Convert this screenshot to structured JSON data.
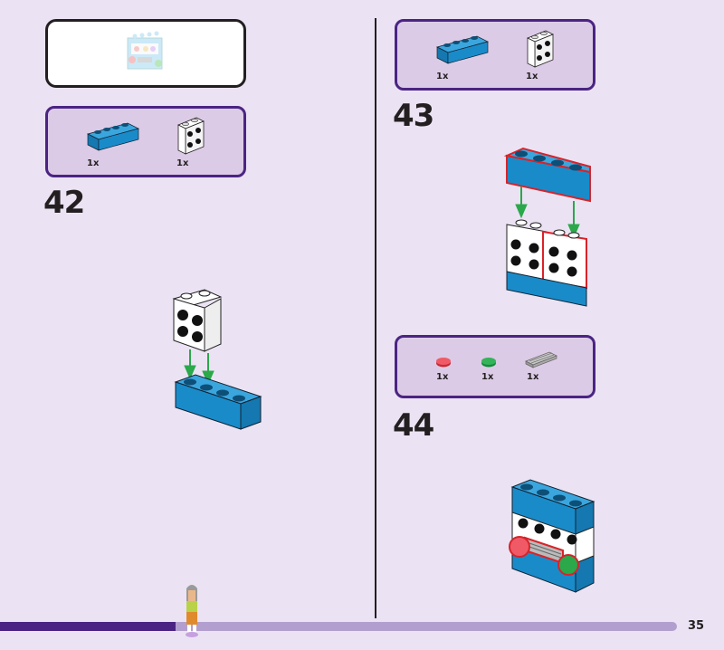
{
  "page": {
    "number": "35",
    "progress_fraction": 0.26
  },
  "colors": {
    "background": "#ebe3f3",
    "parts_box_fill": "#dccbe6",
    "parts_box_border": "#4b2483",
    "progress_fill": "#4b2483",
    "progress_track": "#b39fcf",
    "brick_blue": "#1a8bc9",
    "arrow_green": "#2aa84a",
    "highlight_red": "#d8232a"
  },
  "preview": {
    "icon": "finished-submodel-preview"
  },
  "steps": [
    {
      "number": "42",
      "parts": [
        {
          "icon": "blue-brick-1x4-icon",
          "qty": "1x"
        },
        {
          "icon": "white-brick-modified-icon",
          "qty": "1x"
        }
      ]
    },
    {
      "number": "43",
      "parts": [
        {
          "icon": "blue-brick-1x4-icon",
          "qty": "1x"
        },
        {
          "icon": "white-brick-modified-icon",
          "qty": "1x"
        }
      ]
    },
    {
      "number": "44",
      "parts": [
        {
          "icon": "red-round-tile-icon",
          "qty": "1x"
        },
        {
          "icon": "green-round-tile-icon",
          "qty": "1x"
        },
        {
          "icon": "grille-tile-icon",
          "qty": "1x"
        }
      ]
    }
  ]
}
